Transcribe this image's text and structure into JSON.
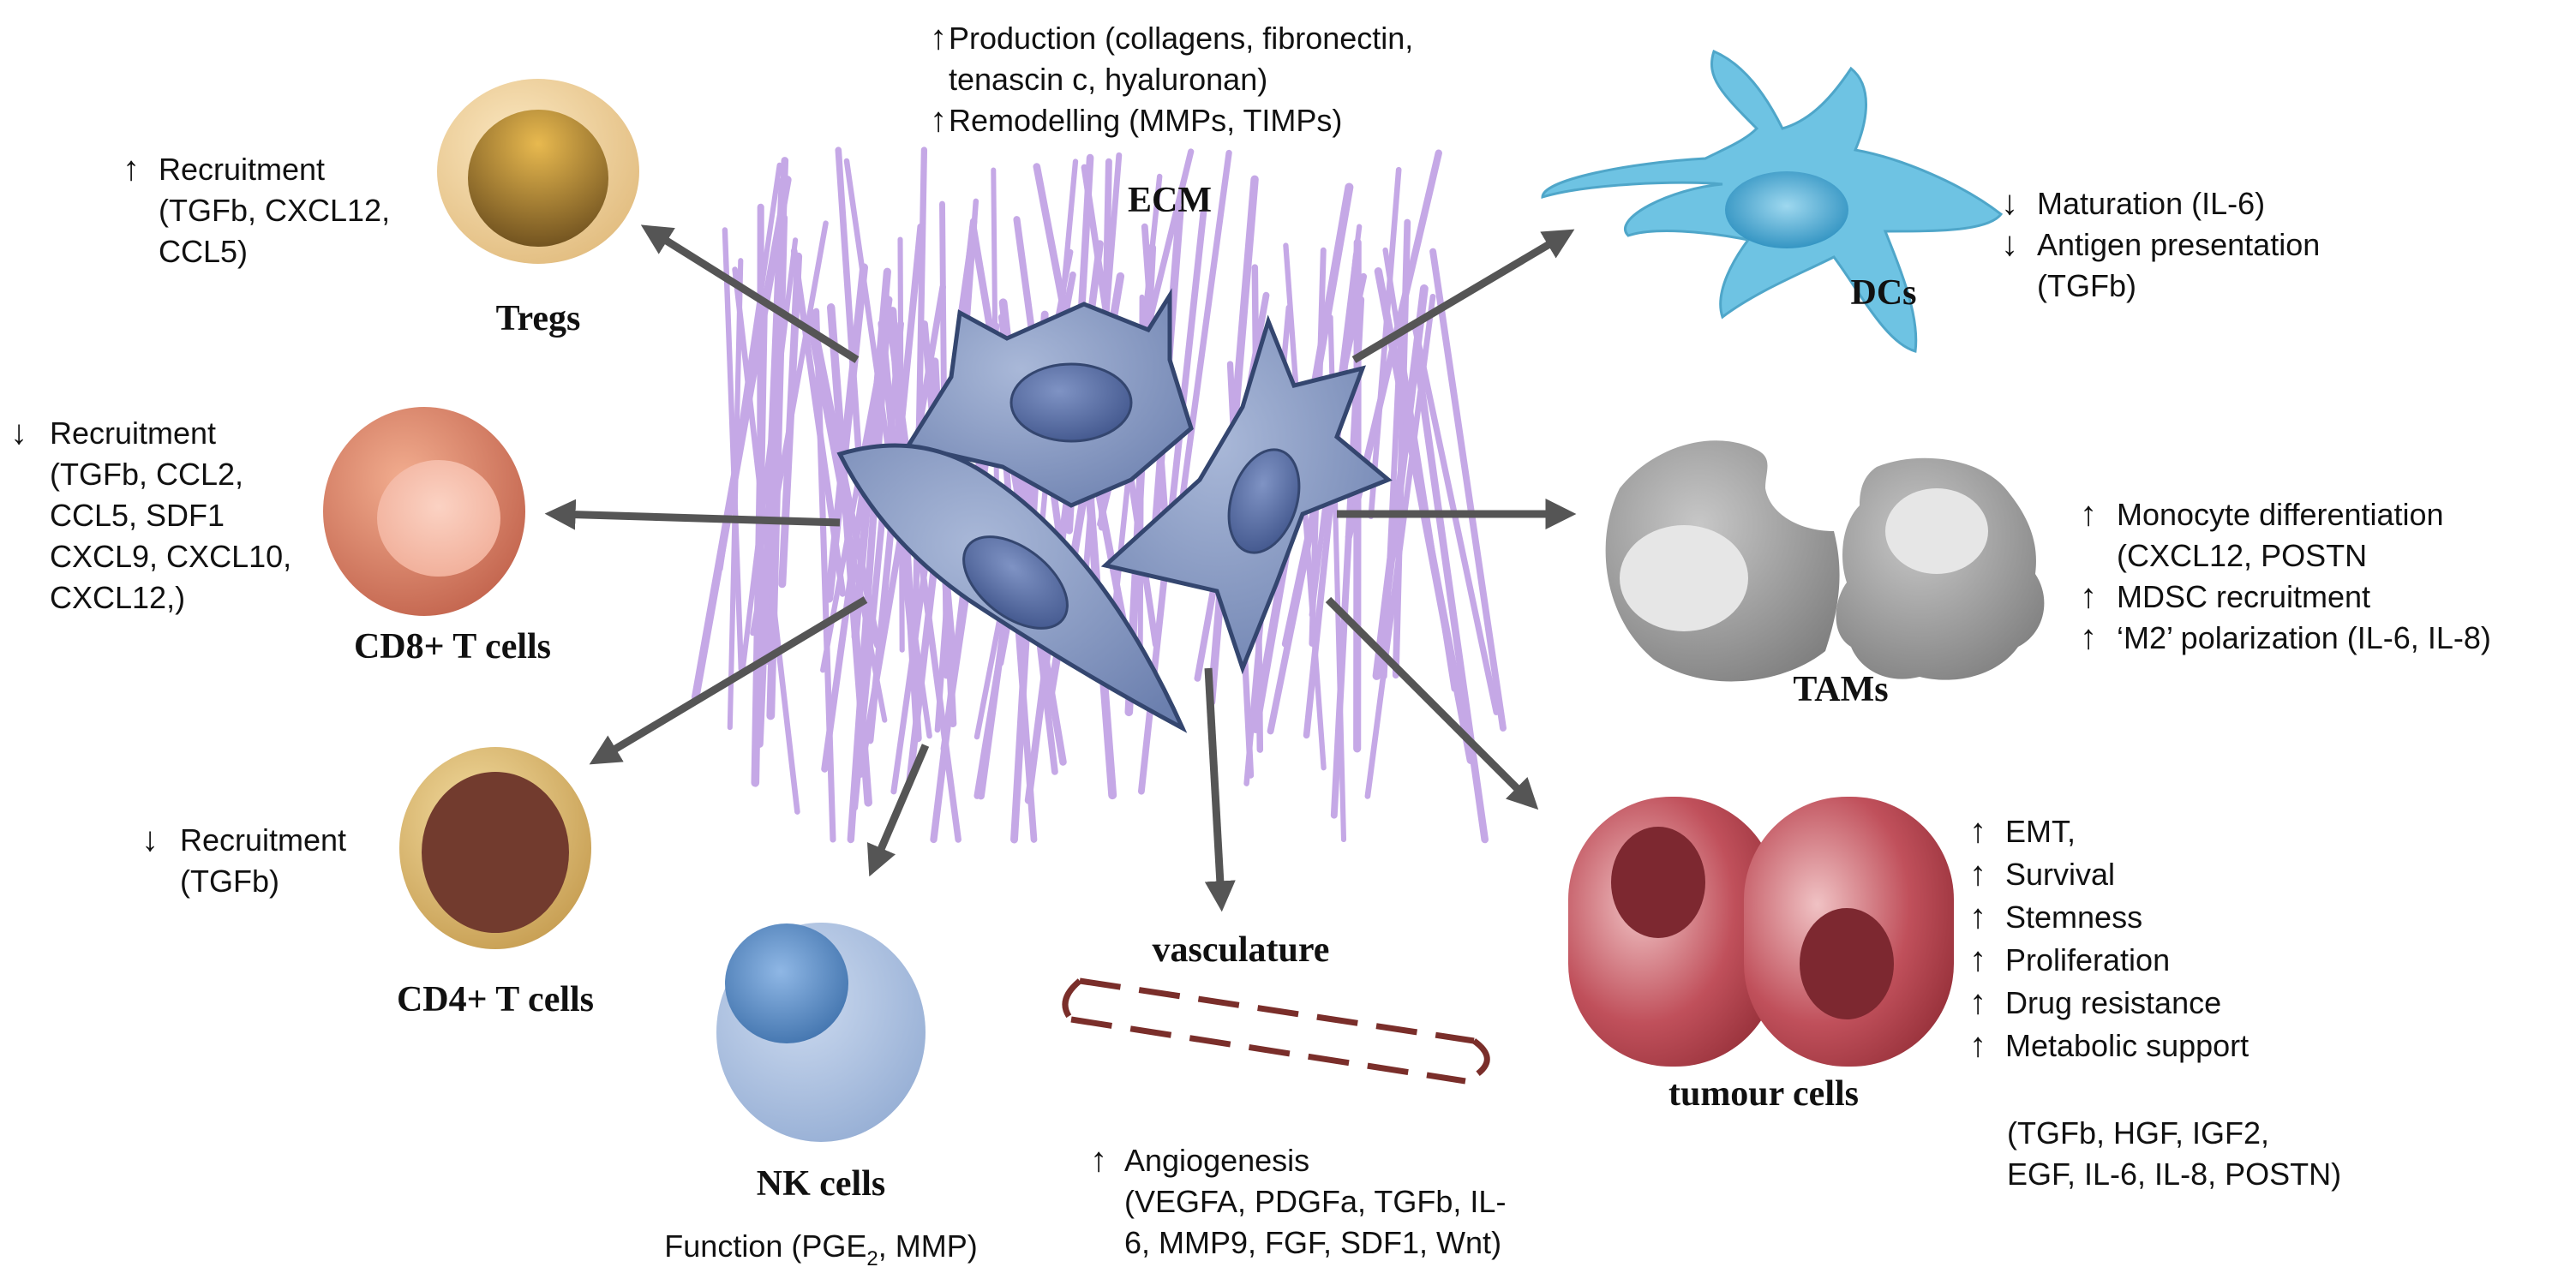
{
  "colors": {
    "arrow": "#555555",
    "fibre": "#c5a8e6",
    "fibroblast": "#6f86b4",
    "treg": "#e9c88c",
    "cd8": "#d9826a",
    "cd4": "#7a3b2e",
    "nk": "#9fb5d9",
    "dc": "#6ec3e3",
    "tam": "#9a9a9a",
    "tumour": "#a9343f",
    "vessel": "#7a2e2a"
  },
  "ecm": {
    "title": "ECM",
    "line1": "Production (collagens, fibronectin,",
    "line2": "tenascin c, hyaluronan)",
    "line3": "Remodelling (MMPs, TIMPs)"
  },
  "tregs": {
    "title": "Tregs",
    "lines": [
      "Recruitment",
      "(TGFb, CXCL12,",
      "CCL5)"
    ]
  },
  "cd8": {
    "title": "CD8+ T cells",
    "lines": [
      "Recruitment",
      "(TGFb, CCL2,",
      "CCL5, SDF1",
      "CXCL9, CXCL10,",
      "CXCL12,)"
    ]
  },
  "cd4": {
    "title": "CD4+ T cells",
    "lines": [
      "Recruitment",
      "(TGFb)"
    ]
  },
  "nk": {
    "title": "NK cells",
    "function_prefix": "Function (PGE",
    "function_sub": "2",
    "function_suffix": ", MMP)"
  },
  "vasculature": {
    "title": "vasculature",
    "lines": [
      "Angiogenesis",
      "(VEGFA, PDGFa, TGFb, IL-",
      "6, MMP9, FGF, SDF1, Wnt)"
    ]
  },
  "dcs": {
    "title": "DCs",
    "lines": [
      "Maturation (IL-6)",
      "Antigen presentation",
      "(TGFb)"
    ]
  },
  "tams": {
    "title": "TAMs",
    "lines": [
      "Monocyte differentiation",
      "(CXCL12, POSTN",
      "MDSC recruitment",
      "‘M2’ polarization (IL-6, IL-8)"
    ]
  },
  "tumour": {
    "title": "tumour cells",
    "lines": [
      "EMT,",
      "Survival",
      "Stemness",
      "Proliferation",
      "Drug resistance",
      "Metabolic support"
    ],
    "factors": [
      "(TGFb, HGF, IGF2,",
      "EGF, IL-6, IL-8, POSTN)"
    ]
  }
}
